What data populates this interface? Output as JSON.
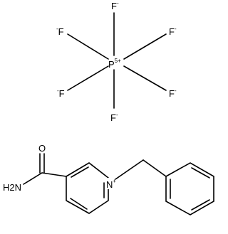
{
  "molecule": {
    "anion": {
      "central_atom": "P",
      "central_charge": "5+",
      "ligands": [
        {
          "symbol": "F",
          "charge": "-"
        },
        {
          "symbol": "F",
          "charge": "-"
        },
        {
          "symbol": "F",
          "charge": "-"
        },
        {
          "symbol": "F",
          "charge": "-"
        },
        {
          "symbol": "F",
          "charge": "-"
        },
        {
          "symbol": "F",
          "charge": "-"
        }
      ]
    },
    "cation": {
      "amide_oxygen": "O",
      "amide_nitrogen": "H2N",
      "ring_nitrogen": "N",
      "ring_nitrogen_charge": "+"
    }
  }
}
